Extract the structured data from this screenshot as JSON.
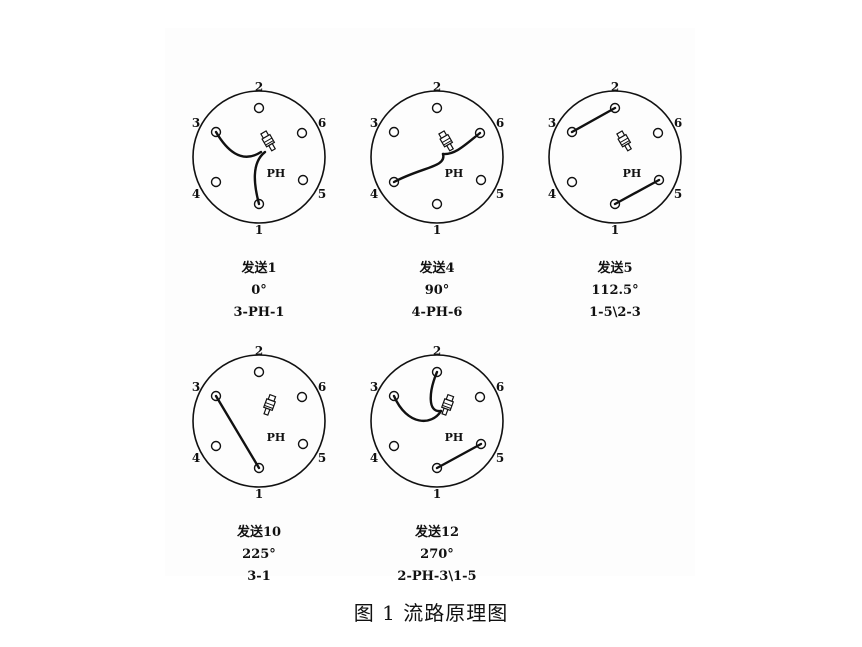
{
  "figure": {
    "caption": "图 1  流路原理图",
    "valves": [
      {
        "name": "发送1",
        "angle": "0°",
        "route": "3-PH-1",
        "port_labels": [
          "1",
          "2",
          "3",
          "4",
          "5",
          "6"
        ],
        "sensor_label": "PH"
      },
      {
        "name": "发送4",
        "angle": "90°",
        "route": "4-PH-6",
        "port_labels": [
          "1",
          "2",
          "3",
          "4",
          "5",
          "6"
        ],
        "sensor_label": "PH"
      },
      {
        "name": "发送5",
        "angle": "112.5°",
        "route": "1-5\\2-3",
        "port_labels": [
          "1",
          "2",
          "3",
          "4",
          "5",
          "6"
        ],
        "sensor_label": "PH"
      },
      {
        "name": "发送10",
        "angle": "225°",
        "route": "3-1",
        "port_labels": [
          "1",
          "2",
          "3",
          "4",
          "5",
          "6"
        ],
        "sensor_label": "PH"
      },
      {
        "name": "发送12",
        "angle": "270°",
        "route": "2-PH-3\\1-5",
        "port_labels": [
          "1",
          "2",
          "3",
          "4",
          "5",
          "6"
        ],
        "sensor_label": "PH"
      }
    ]
  },
  "colors": {
    "line": "#111111",
    "background": "#ffffff",
    "panel": "#fdfdfd"
  }
}
